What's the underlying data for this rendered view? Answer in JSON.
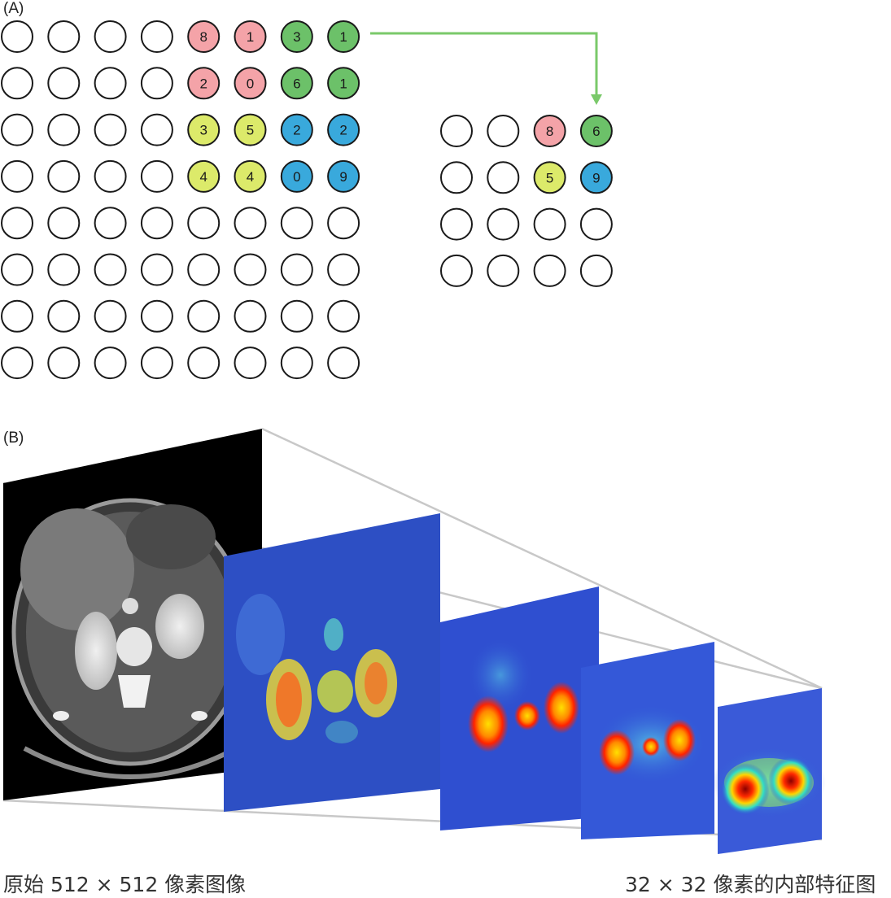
{
  "panel_a": {
    "label": "(A)",
    "input_grid": {
      "rows": 8,
      "cols": 8,
      "filled": [
        {
          "row": 0,
          "col": 4,
          "value": "8",
          "group": "red"
        },
        {
          "row": 0,
          "col": 5,
          "value": "1",
          "group": "red"
        },
        {
          "row": 0,
          "col": 6,
          "value": "3",
          "group": "green"
        },
        {
          "row": 0,
          "col": 7,
          "value": "1",
          "group": "green"
        },
        {
          "row": 1,
          "col": 4,
          "value": "2",
          "group": "red"
        },
        {
          "row": 1,
          "col": 5,
          "value": "0",
          "group": "red"
        },
        {
          "row": 1,
          "col": 6,
          "value": "6",
          "group": "green"
        },
        {
          "row": 1,
          "col": 7,
          "value": "1",
          "group": "green"
        },
        {
          "row": 2,
          "col": 4,
          "value": "3",
          "group": "yellow"
        },
        {
          "row": 2,
          "col": 5,
          "value": "5",
          "group": "yellow"
        },
        {
          "row": 2,
          "col": 6,
          "value": "2",
          "group": "blue"
        },
        {
          "row": 2,
          "col": 7,
          "value": "2",
          "group": "blue"
        },
        {
          "row": 3,
          "col": 4,
          "value": "4",
          "group": "yellow"
        },
        {
          "row": 3,
          "col": 5,
          "value": "4",
          "group": "yellow"
        },
        {
          "row": 3,
          "col": 6,
          "value": "0",
          "group": "blue"
        },
        {
          "row": 3,
          "col": 7,
          "value": "9",
          "group": "blue"
        }
      ]
    },
    "output_grid": {
      "rows": 4,
      "cols": 4,
      "filled": [
        {
          "row": 0,
          "col": 2,
          "value": "8",
          "group": "red"
        },
        {
          "row": 0,
          "col": 3,
          "value": "6",
          "group": "green"
        },
        {
          "row": 1,
          "col": 2,
          "value": "5",
          "group": "yellow"
        },
        {
          "row": 1,
          "col": 3,
          "value": "9",
          "group": "blue"
        }
      ]
    },
    "colors": {
      "red": "#f4a3a8",
      "green": "#6cc169",
      "yellow": "#dcea6a",
      "blue": "#39a9dc",
      "arrow": "#7ac96a"
    }
  },
  "panel_b": {
    "label": "(B)",
    "caption_left": "原始 512 × 512 像素图像",
    "caption_right": "32 × 32 像素的内部特征图"
  }
}
